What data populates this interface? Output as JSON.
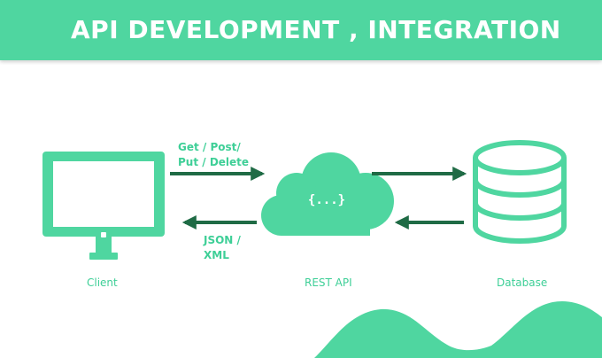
{
  "title": "API DEVELOPMENT , INTEGRATION",
  "request_label_line1": "Get / Post/",
  "request_label_line2": "Put / Delete",
  "response_label_line1": "JSON /",
  "response_label_line2": "XML",
  "cloud_symbol": "{...}",
  "nodes": {
    "client": "Client",
    "rest_api": "REST API",
    "database": "Database"
  },
  "colors": {
    "accent": "#4fd6a0",
    "label": "#3ecf97",
    "arrow": "#1f6b45"
  },
  "icons": [
    "monitor-icon",
    "cloud-icon",
    "database-icon"
  ]
}
